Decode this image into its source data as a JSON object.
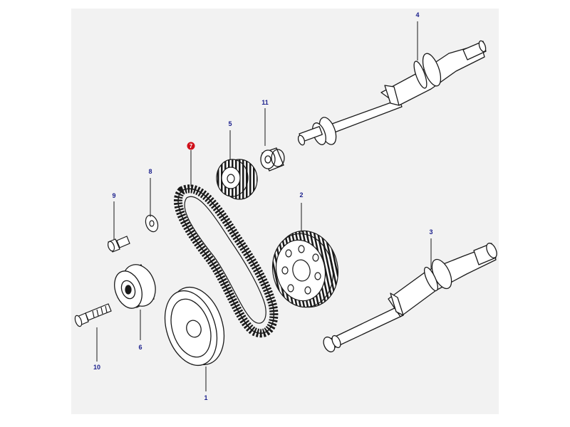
{
  "diagram": {
    "background_color": "#f2f2f2",
    "line_color": "#1a1a1a",
    "callout_color": "#1a1f8c",
    "selected_color": "#d0101a",
    "callouts": [
      {
        "id": "c1",
        "label": "1"
      },
      {
        "id": "c2",
        "label": "2"
      },
      {
        "id": "c3",
        "label": "3"
      },
      {
        "id": "c4",
        "label": "4"
      },
      {
        "id": "c5",
        "label": "5"
      },
      {
        "id": "c6",
        "label": "6"
      },
      {
        "id": "c7",
        "label": "7",
        "selected": true
      },
      {
        "id": "c8",
        "label": "8"
      },
      {
        "id": "c9",
        "label": "9"
      },
      {
        "id": "c10",
        "label": "10"
      },
      {
        "id": "c11",
        "label": "11"
      }
    ],
    "parts": [
      {
        "callout": "1",
        "icon": "crankshaft-pulley-icon"
      },
      {
        "callout": "2",
        "icon": "camshaft-sprocket-icon"
      },
      {
        "callout": "3",
        "icon": "lower-shaft-icon"
      },
      {
        "callout": "4",
        "icon": "upper-shaft-icon"
      },
      {
        "callout": "5",
        "icon": "small-gear-icon"
      },
      {
        "callout": "6",
        "icon": "tensioner-pulley-icon"
      },
      {
        "callout": "7",
        "icon": "timing-belt-icon"
      },
      {
        "callout": "8",
        "icon": "washer-icon"
      },
      {
        "callout": "9",
        "icon": "short-bolt-icon"
      },
      {
        "callout": "10",
        "icon": "long-bolt-icon"
      },
      {
        "callout": "11",
        "icon": "spacer-bushing-icon"
      }
    ]
  }
}
